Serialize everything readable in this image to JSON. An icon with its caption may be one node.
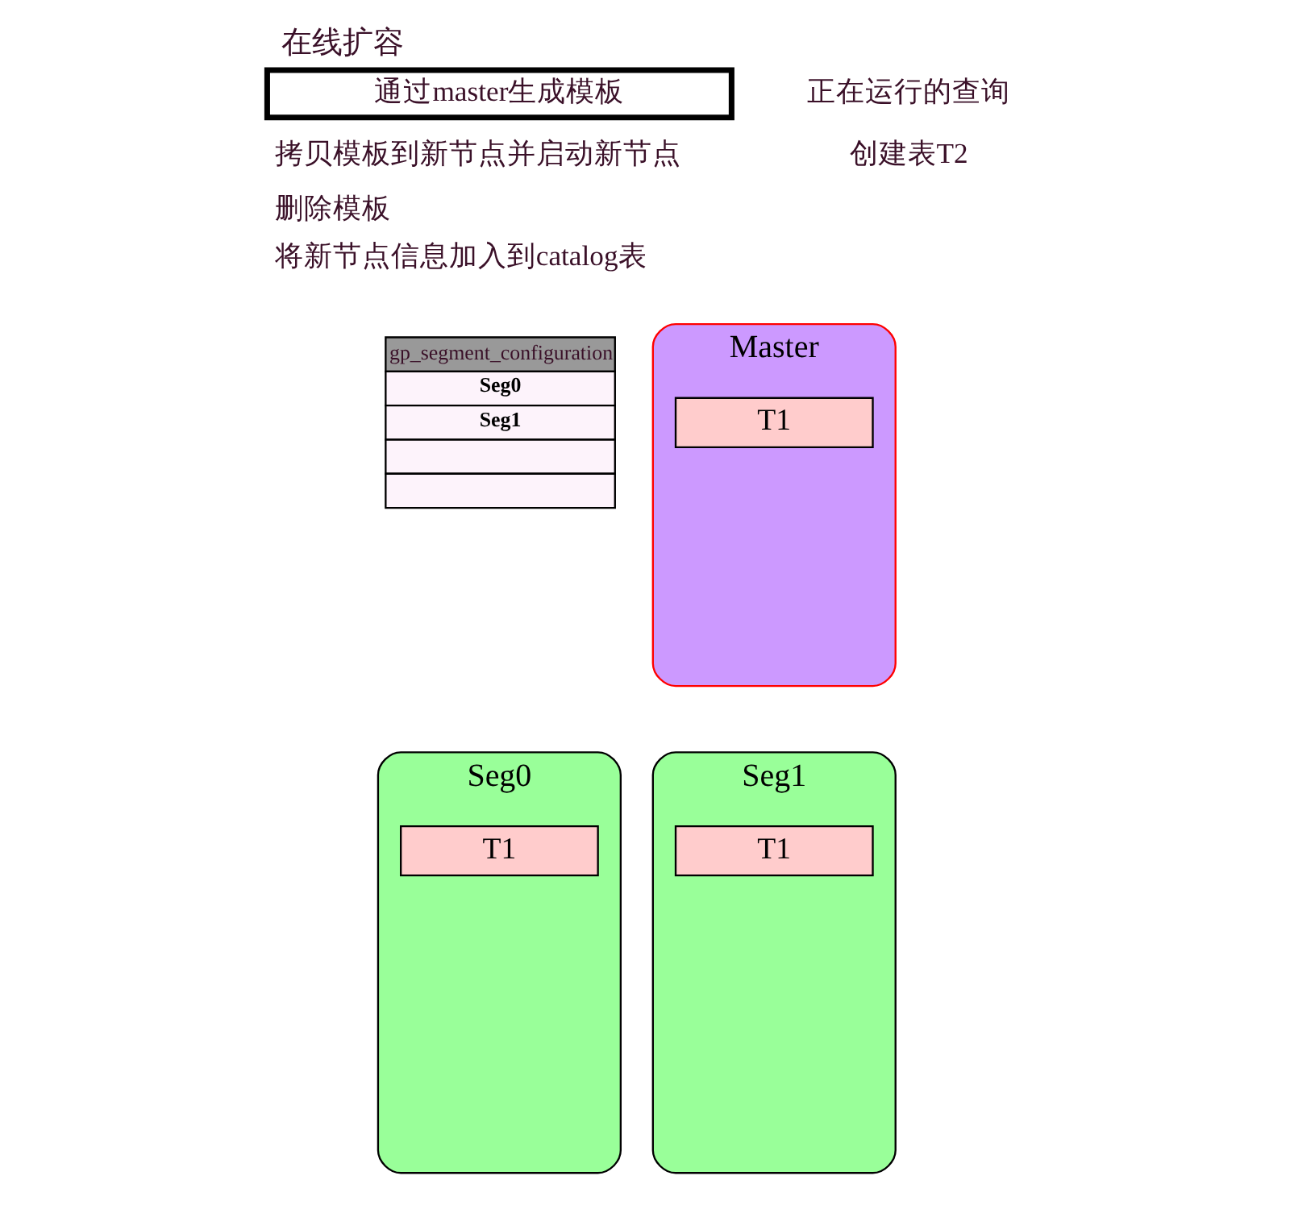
{
  "diagram": {
    "title": "在线扩容",
    "nodes": [
      {
        "text": [
          "通过master生成模板"
        ]
      },
      {
        "text": [
          "Master"
        ]
      },
      {
        "text": [
          "T1"
        ],
        "in": 1
      },
      {
        "text": [
          "Seg0"
        ]
      },
      {
        "text": [
          "T1"
        ],
        "in": 3
      },
      {
        "text": [
          "Seg1"
        ]
      },
      {
        "text": [
          "T1"
        ],
        "in": 5
      }
    ],
    "labels": [
      "拷贝模板到新节点并启动新节点",
      "删除模板",
      "将新节点信息加入到catalog表",
      "正在运行的查询",
      "创建表T2",
      "gp_segment_configuration",
      "Seg0",
      "Seg1"
    ]
  }
}
